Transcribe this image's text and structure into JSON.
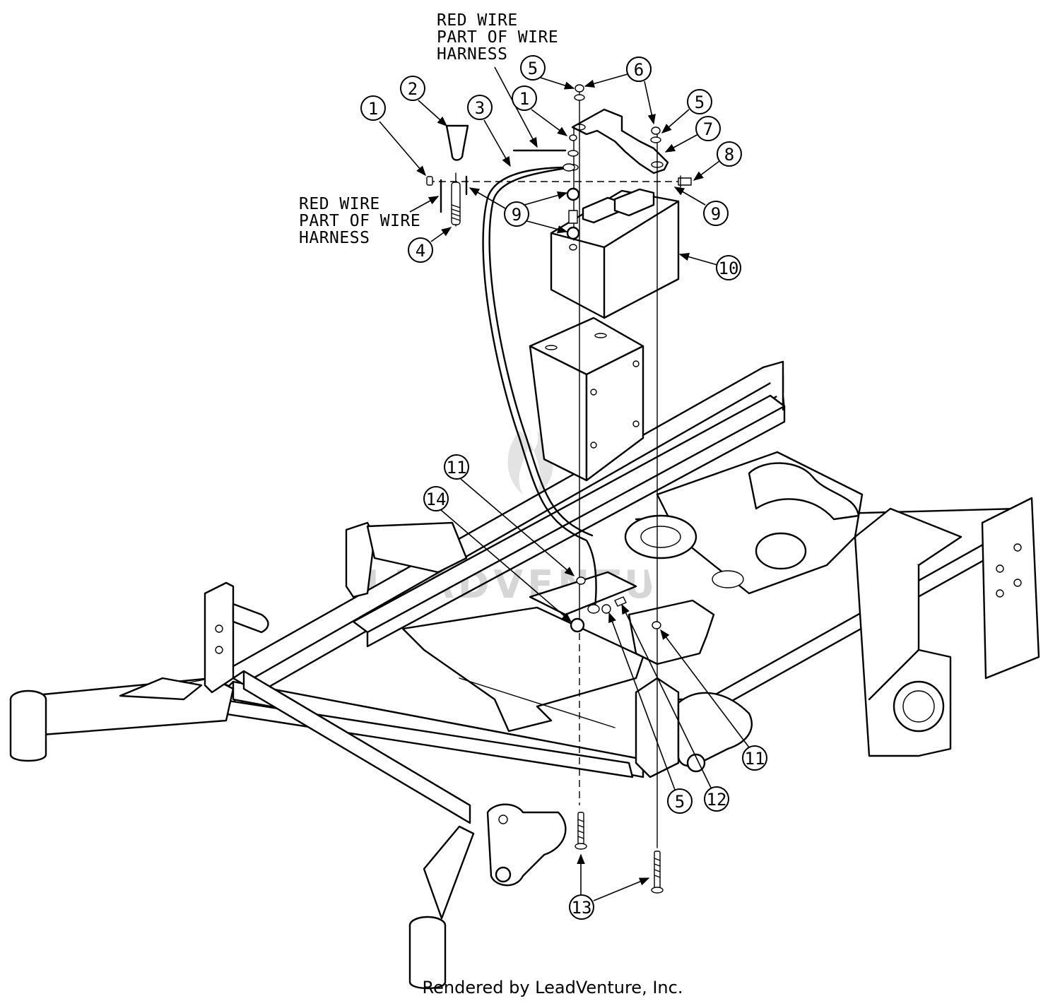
{
  "notes": {
    "top_note": [
      "RED WIRE",
      "PART OF WIRE",
      "HARNESS"
    ],
    "left_note": [
      "RED WIRE",
      "PART OF WIRE",
      "HARNESS"
    ]
  },
  "callouts": [
    "1",
    "2",
    "3",
    "1",
    "5",
    "6",
    "6",
    "5",
    "7",
    "8",
    "9",
    "9",
    "10",
    "4",
    "11",
    "14",
    "11",
    "12",
    "5",
    "13"
  ],
  "watermark": "LEADVENTURE",
  "footer": "Rendered by LeadVenture, Inc."
}
